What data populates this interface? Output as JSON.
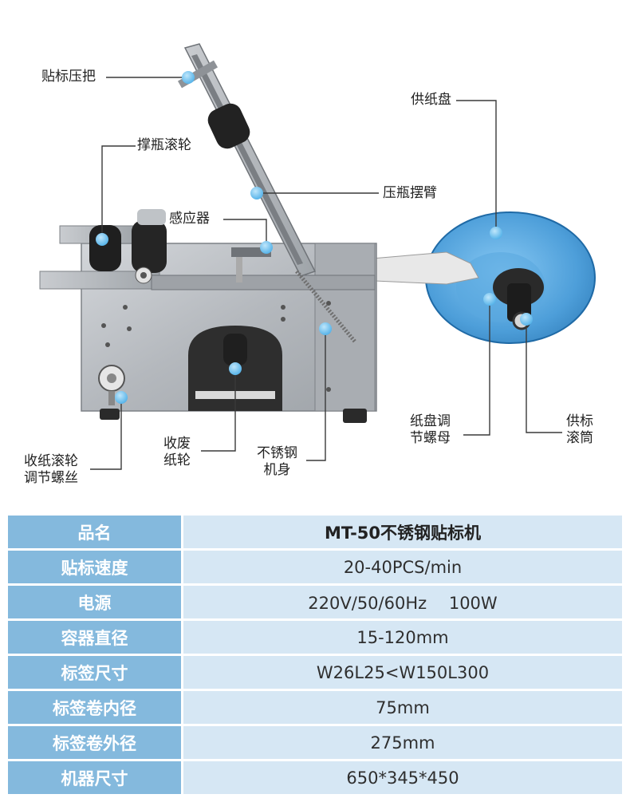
{
  "callouts": {
    "label_press_handle": "贴标压把",
    "bottle_support_roller": "撑瓶滚轮",
    "sensor": "感应器",
    "paper_supply_reel": "供纸盘",
    "bottle_press_arm": "压瓶摆臂",
    "reel_adjust_nut": [
      "纸盘调",
      "节螺母"
    ],
    "label_supply_tube": [
      "供标",
      "滚筒"
    ],
    "waste_paper_roller": [
      "收废",
      "纸轮"
    ],
    "stainless_steel_body": [
      "不锈钢",
      "机身"
    ],
    "take_up_roller_screw": [
      "收纸滚轮",
      "调节螺丝"
    ]
  },
  "specs": [
    {
      "label": "品名",
      "value": "MT-50不锈钢贴标机"
    },
    {
      "label": "贴标速度",
      "value": "20-40PCS/min"
    },
    {
      "label": "电源",
      "value": "220V/50/60Hz　 100W"
    },
    {
      "label": "容器直径",
      "value": "15-120mm"
    },
    {
      "label": "标签尺寸",
      "value": "W26L25<W150L300"
    },
    {
      "label": "标签卷内径",
      "value": "75mm"
    },
    {
      "label": "标签卷外径",
      "value": "275mm"
    },
    {
      "label": "机器尺寸",
      "value": "650*345*450"
    }
  ],
  "colors": {
    "label_cell": "#84b9dd",
    "value_cell": "#d6e7f4",
    "reel_blue": "#3e96d6",
    "marker": "#5db8ec",
    "steel": "#b9bdc2"
  }
}
